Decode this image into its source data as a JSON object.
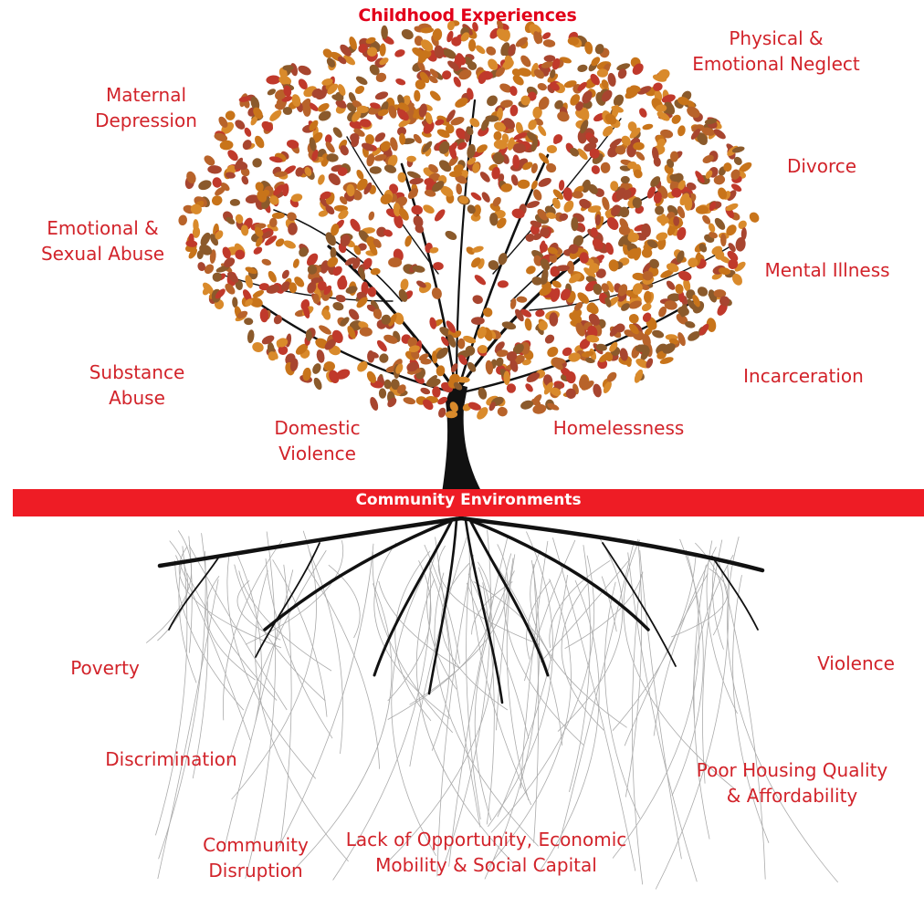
{
  "header": {
    "title": "Childhood Experiences"
  },
  "band": {
    "label": "Community Environments"
  },
  "branches": [
    "Maternal\nDepression",
    "Physical &\nEmotional Neglect",
    "Divorce",
    "Emotional &\nSexual Abuse",
    "Mental Illness",
    "Substance\nAbuse",
    "Incarceration",
    "Domestic\nViolence",
    "Homelessness"
  ],
  "roots": [
    "Poverty",
    "Violence",
    "Discrimination",
    "Poor Housing Quality\n& Affordability",
    "Community\nDisruption",
    "Lack of Opportunity, Economic\nMobility & Social Capital"
  ],
  "colors": {
    "label": "#d2232a",
    "band": "#ee1c25",
    "trunk": "#111111",
    "leaves": [
      "#c8741a",
      "#b8632a",
      "#a8452f",
      "#c0392b",
      "#8b5a2b",
      "#d98a2b"
    ]
  }
}
